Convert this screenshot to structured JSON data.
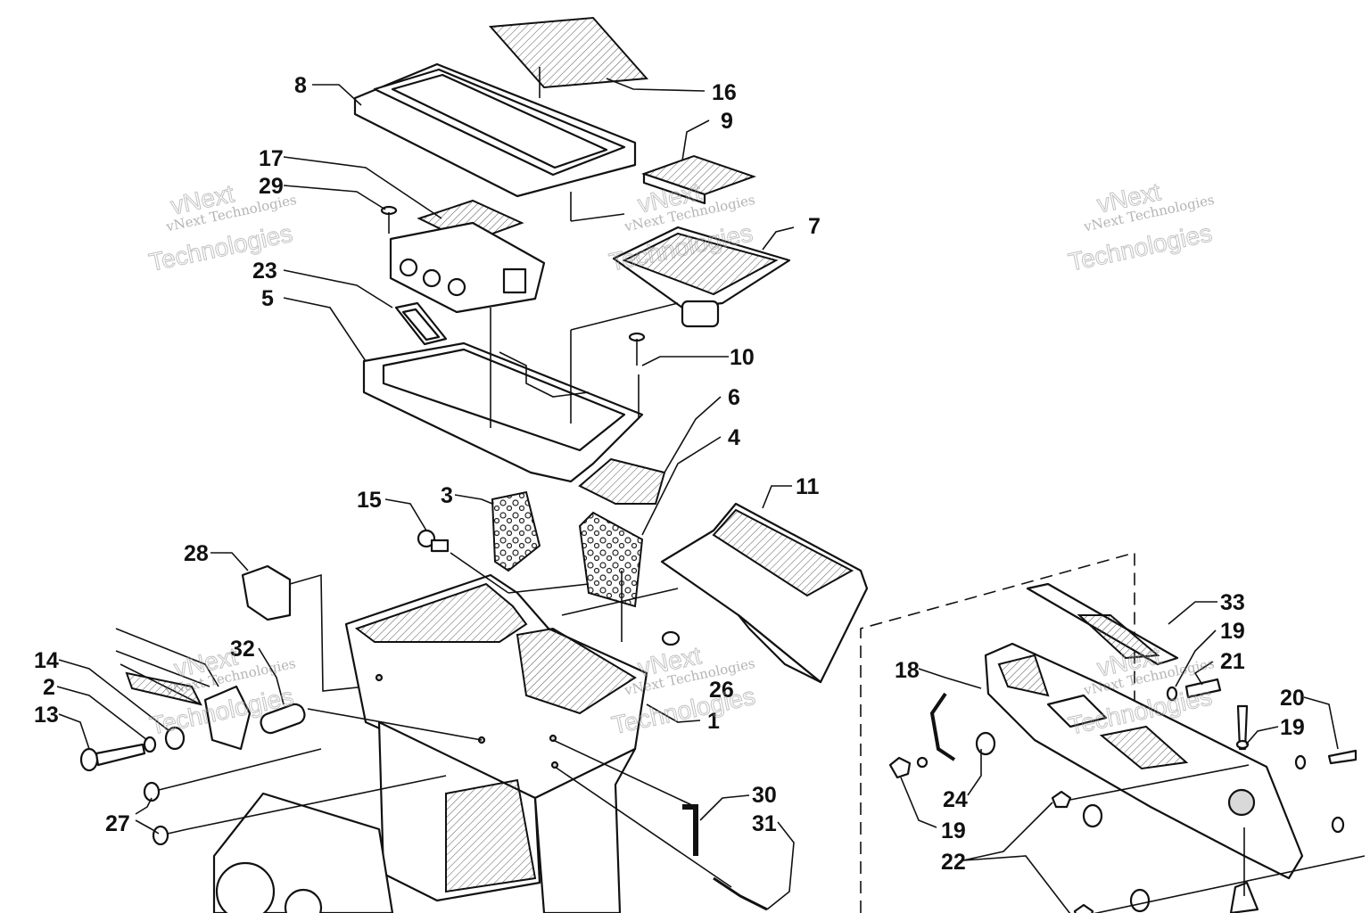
{
  "callouts": {
    "c1": "1",
    "c2": "2",
    "c3": "3",
    "c4": "4",
    "c5": "5",
    "c6": "6",
    "c7": "7",
    "c8": "8",
    "c9": "9",
    "c10": "10",
    "c11": "11",
    "c13": "13",
    "c14": "14",
    "c15": "15",
    "c16": "16",
    "c17": "17",
    "c18": "18",
    "c19a": "19",
    "c19b": "19",
    "c19c": "19",
    "c20": "20",
    "c21": "21",
    "c22": "22",
    "c23": "23",
    "c24": "24",
    "c26": "26",
    "c27": "27",
    "c28": "28",
    "c29": "29",
    "c30": "30",
    "c31": "31",
    "c32": "32",
    "c33": "33"
  },
  "watermark": {
    "line1": "vNext",
    "line2": "vNext Technologies",
    "line3": "Technologies"
  }
}
